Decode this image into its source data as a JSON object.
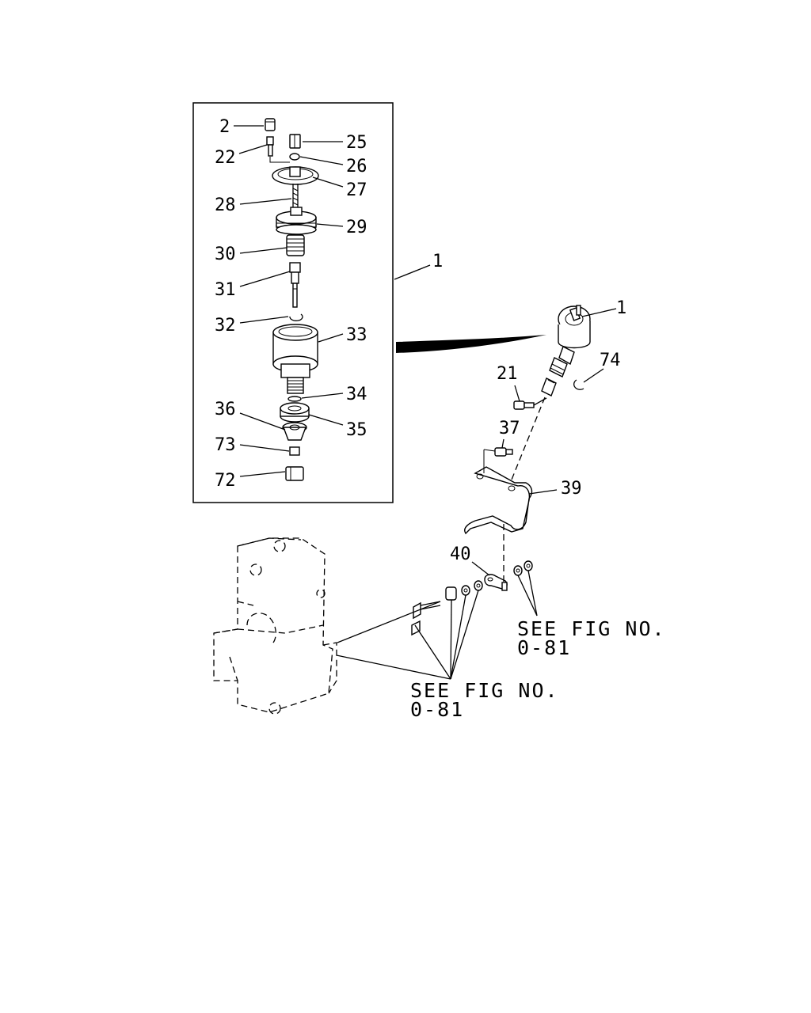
{
  "callouts": {
    "c2": "2",
    "c22": "22",
    "c25": "25",
    "c26": "26",
    "c27": "27",
    "c28": "28",
    "c29": "29",
    "c30": "30",
    "c31": "31",
    "c32": "32",
    "c33": "33",
    "c34": "34",
    "c35": "35",
    "c36": "36",
    "c73": "73",
    "c72": "72",
    "c1_inset": "1",
    "c1_main": "1",
    "c74": "74",
    "c21": "21",
    "c37": "37",
    "c39": "39",
    "c40": "40"
  },
  "references": {
    "right": {
      "line1": "SEE FIG NO.",
      "line2": "0-81"
    },
    "bottom": {
      "line1": "SEE FIG NO.",
      "line2": "0-81"
    }
  }
}
